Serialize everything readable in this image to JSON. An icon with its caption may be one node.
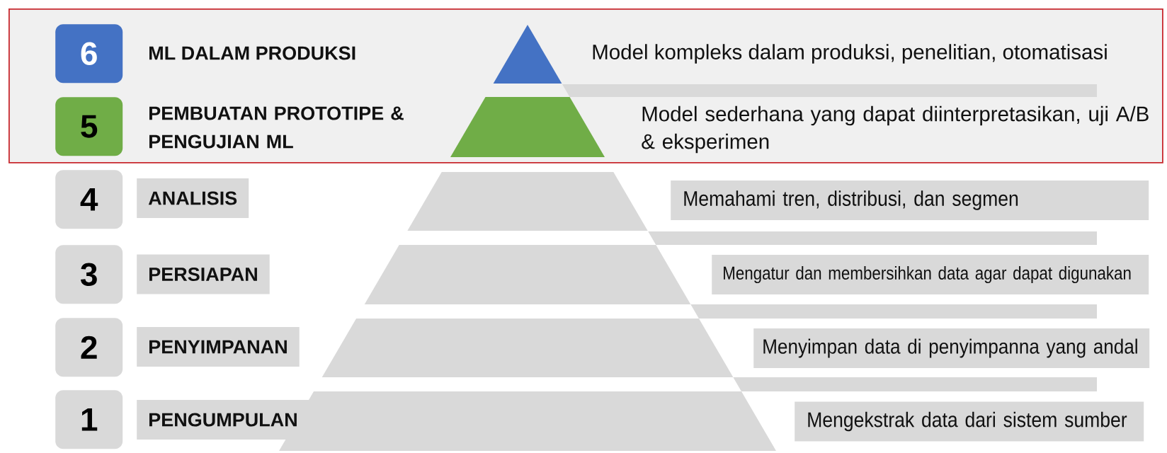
{
  "diagram": {
    "nodes": [
      {
        "text": [],
        "shape": "box"
      },
      {
        "text": [
          "6"
        ],
        "in": 0
      },
      {
        "text": [],
        "shape": "triangle",
        "in": 0
      },
      {
        "text": [
          "5"
        ],
        "in": 0
      },
      {
        "text": [],
        "shape": "trapezoid",
        "in": 0
      },
      {
        "text": [
          "4"
        ]
      },
      {
        "text": [
          "ANALISIS"
        ]
      },
      {
        "text": [],
        "shape": "trapezoid"
      },
      {
        "text": [
          "Memahami tren, distribusi, dan segmen"
        ]
      },
      {
        "text": [
          "3"
        ]
      },
      {
        "text": [
          "PERSIAPAN"
        ]
      },
      {
        "text": [],
        "shape": "trapezoid"
      },
      {
        "text": [
          "Mengatur dan membersihkan data agar dapat digunakan"
        ]
      },
      {
        "text": [
          "2"
        ]
      },
      {
        "text": [
          "PENYIMPANAN"
        ]
      },
      {
        "text": [],
        "shape": "trapezoid"
      },
      {
        "text": [
          "Menyimpan data di penyimpanna yang andal"
        ]
      },
      {
        "text": [
          "1"
        ]
      },
      {
        "text": [
          "PENGUMPULAN"
        ]
      },
      {
        "text": [],
        "shape": "trapezoid"
      },
      {
        "text": [
          "Mengekstrak data dari sistem sumber"
        ]
      }
    ],
    "labels": [
      "ML DALAM PRODUKSI",
      "Model kompleks dalam produksi, penelitian, otomatisasi",
      "PEMBUATAN PROTOTIPE & PENGUJIAN ML",
      "Model sederhana yang dapat diinterpretasikan, uji A/B & eksperimen"
    ]
  }
}
